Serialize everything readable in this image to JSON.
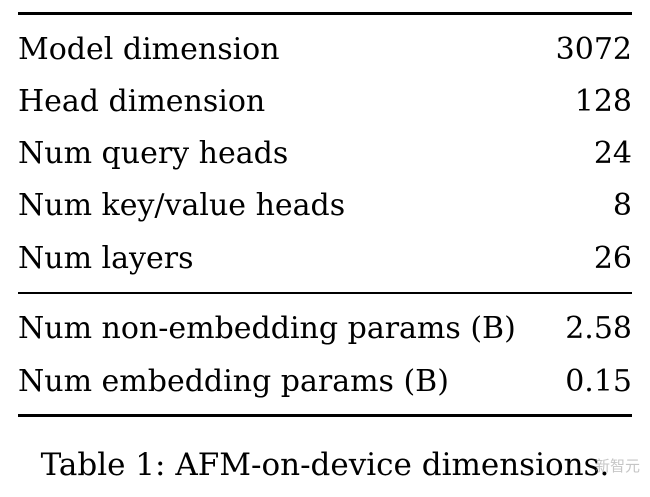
{
  "table": {
    "rows_group1": [
      {
        "label": "Model dimension",
        "value": "3072"
      },
      {
        "label": "Head dimension",
        "value": "128"
      },
      {
        "label": "Num query heads",
        "value": "24"
      },
      {
        "label": "Num key/value heads",
        "value": "8"
      },
      {
        "label": "Num layers",
        "value": "26"
      }
    ],
    "rows_group2": [
      {
        "label": "Num non-embedding params (B)",
        "value": "2.58"
      },
      {
        "label": "Num embedding params (B)",
        "value": "0.15"
      }
    ]
  },
  "caption": "Table 1: AFM-on-device dimensions.",
  "watermark": "新智元"
}
